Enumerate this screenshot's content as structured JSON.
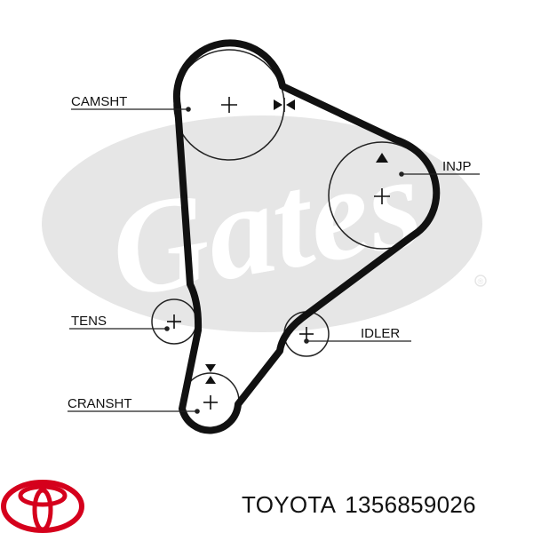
{
  "diagram": {
    "watermark": {
      "text": "Gates",
      "symbol": "®",
      "color": "#e6e6e6"
    },
    "belt_color": "#111111",
    "labels": {
      "camshaft": "CAMSHT",
      "injection_pump": "INJP",
      "tensioner": "TENS",
      "idler": "IDLER",
      "crankshaft": "CRANSHT"
    }
  },
  "footer": {
    "brand": "TOYOTA",
    "part_number": "1356859026",
    "logo_color": "#d5001c",
    "logo_icon": "toyota-logo-icon"
  }
}
